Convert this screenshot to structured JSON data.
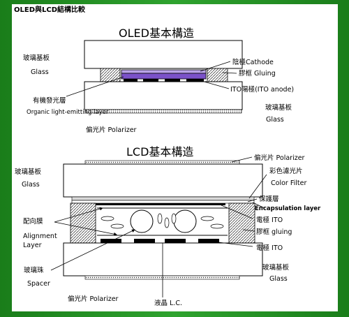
{
  "header": "OLED與LCD結構比較",
  "oled": {
    "title": "OLED基本構造",
    "glass_top_zh": "玻璃基板",
    "glass_top_en": "Glass",
    "cathode": "陰極Cathode",
    "gluing": "膠框 Gluing",
    "ito": "ITO陽極(ITO anode)",
    "organic_zh": "有機發光層",
    "organic_en": "Organic light-emitting layer",
    "glass_bottom_zh": "玻璃基板",
    "glass_bottom_en": "Glass",
    "polarizer": "偏光片 Polarizer"
  },
  "lcd": {
    "title": "LCD基本構造",
    "polarizer_top": "偏光片 Polarizer",
    "glass_top_zh": "玻璃基板",
    "glass_top_en": "Glass",
    "color_filter_zh": "彩色濾光片",
    "color_filter_en": "Color Filter",
    "protect_zh": "保護層",
    "encap": "Encapsulation layer",
    "electrode_top": "電極 ITO",
    "gluing": "膠框  gluing",
    "electrode_bottom": "電極 ITO",
    "align_zh": "配向膜",
    "align_en1": "Alignment",
    "align_en2": "Layer",
    "spacer_zh": "玻璃珠",
    "spacer_en": "Spacer",
    "glass_bottom_zh": "玻璃基板",
    "glass_bottom_en": "Glass",
    "polarizer_bottom": "偏光片 Polarizer",
    "lc": "液晶 L.C."
  }
}
